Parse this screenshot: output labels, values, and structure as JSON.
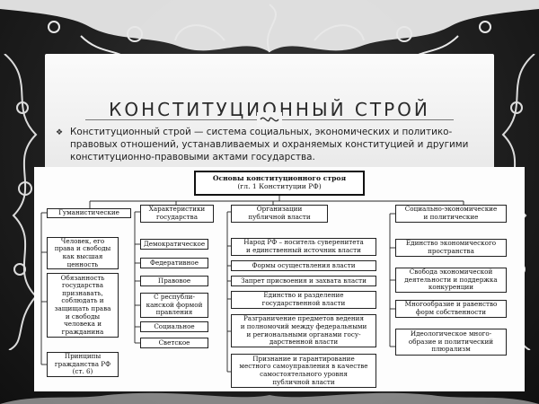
{
  "slide": {
    "title": "КОНСТИТУЦИОННЫЙ СТРОЙ",
    "bullet_symbol": "❖",
    "definition_lines": [
      "Конституционный строй — система социальных, экономических и политико-",
      "правовых отношений, устанавливаемых и охраняемых конституцией и другими",
      "конституционно-правовыми актами государства."
    ]
  },
  "diagram": {
    "root": [
      "Основы конституционного строя",
      "(гл. 1 Конституции РФ)"
    ],
    "branches": [
      {
        "head": [
          "Гуманистические"
        ],
        "items": [
          [
            "Человек, его",
            "права и свободы",
            "как высшая",
            "ценность"
          ],
          [
            "Обязанность",
            "государства",
            "признавать,",
            "соблюдать и",
            "защищать права",
            "и свободы",
            "человека и",
            "гражданина"
          ],
          [
            "Принципы",
            "гражданства РФ",
            "(ст. 6)"
          ]
        ]
      },
      {
        "head": [
          "Характеристики",
          "государства"
        ],
        "items": [
          [
            "Демократическое"
          ],
          [
            "Федеративное"
          ],
          [
            "Правовое"
          ],
          [
            "С республи-",
            "канской формой",
            "правления"
          ],
          [
            "Социальное"
          ],
          [
            "Светское"
          ]
        ]
      },
      {
        "head": [
          "Организации",
          "публичной власти"
        ],
        "items": [
          [
            "Народ РФ – носитель суверенитета",
            "и единственный источник власти"
          ],
          [
            "Формы осуществления власти"
          ],
          [
            "Запрет присвоения и захвата власти"
          ],
          [
            "Единство и разделение",
            "государственной власти"
          ],
          [
            "Разграничение предметов ведения",
            "и полномочий между федеральными",
            "и региональными органами госу-",
            "дарственной власти"
          ],
          [
            "Признание и гарантирование",
            "местного самоуправления в качестве",
            "самостоятельного уровня",
            "публичной власти"
          ]
        ]
      },
      {
        "head": [
          "Социально-экономические",
          "и политические"
        ],
        "items": [
          [
            "Единство экономического",
            "пространства"
          ],
          [
            "Свобода экономической",
            "деятельности и поддержка",
            "конкуренции"
          ],
          [
            "Многообразие и равенство",
            "форм собственности"
          ],
          [
            "Идеологическое много-",
            "образие и политический",
            "плюрализм"
          ]
        ]
      }
    ]
  }
}
